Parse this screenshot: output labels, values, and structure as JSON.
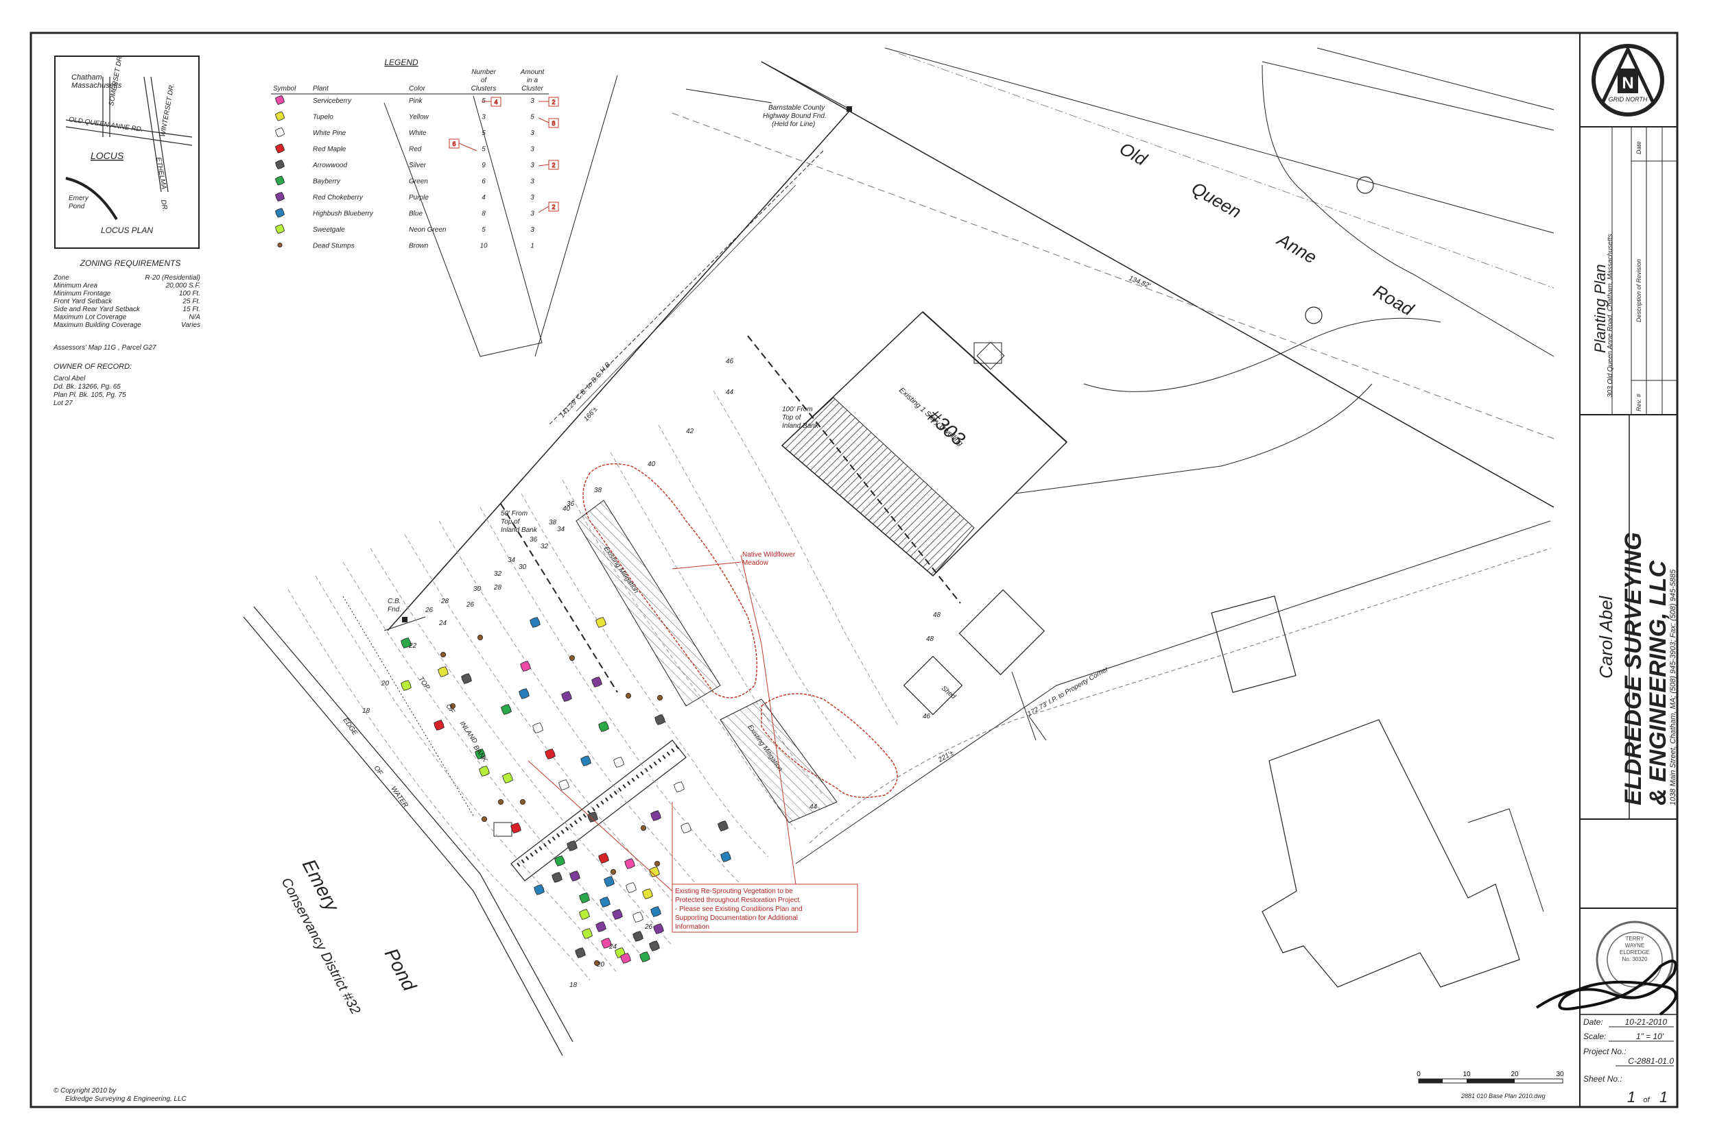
{
  "locus_plan": {
    "town": "Chatham,",
    "state": "Massachusetts",
    "roads": [
      "OLD QUEEN ANNE RD.",
      "SOMERSET DR.",
      "WINTERSET DR.",
      "ETHELMA",
      "DR."
    ],
    "locus_label": "LOCUS",
    "pond_label_1": "Emery",
    "pond_label_2": "Pond",
    "caption": "LOCUS PLAN"
  },
  "zoning": {
    "title": "ZONING REQUIREMENTS",
    "rows": [
      {
        "label": "Zone",
        "value": "R-20 (Residential)"
      },
      {
        "label": "Minimum Area",
        "value": "20,000 S.F."
      },
      {
        "label": "Minimum Frontage",
        "value": "100 Ft."
      },
      {
        "label": "Front Yard Setback",
        "value": "25 Ft."
      },
      {
        "label": "Side and Rear Yard Setback",
        "value": "15 Ft."
      },
      {
        "label": "Maximum Lot Coverage",
        "value": "N/A"
      },
      {
        "label": "Maximum Building Coverage",
        "value": "Varies"
      }
    ],
    "assessor": "Assessors' Map 11G , Parcel G27"
  },
  "owner": {
    "title": "OWNER OF RECORD:",
    "lines": [
      "Carol Abel",
      "Dd. Bk. 13266, Pg. 65",
      "Plan Pl. Bk. 105, Pg. 75",
      "Lot 27"
    ]
  },
  "legend": {
    "title": "LEGEND",
    "headers": {
      "symbol": "Symbol",
      "plant": "Plant",
      "color": "Color",
      "clusters": [
        "Number",
        "of",
        "Clusters"
      ],
      "amount": [
        "Amount",
        "in a",
        "Cluster"
      ]
    },
    "rows": [
      {
        "plant": "Serviceberry",
        "color": "Pink",
        "clusters": "5",
        "amount": "3",
        "swatch": "#e94ba6"
      },
      {
        "plant": "Tupelo",
        "color": "Yellow",
        "clusters": "3",
        "amount": "5",
        "swatch": "#e5e23a"
      },
      {
        "plant": "White Pine",
        "color": "White",
        "clusters": "5",
        "amount": "3",
        "swatch": "#ffffff"
      },
      {
        "plant": "Red Maple",
        "color": "Red",
        "clusters": "5",
        "amount": "3",
        "swatch": "#d8222a"
      },
      {
        "plant": "Arrowwood",
        "color": "Silver",
        "clusters": "9",
        "amount": "3",
        "swatch": "#555555"
      },
      {
        "plant": "Bayberry",
        "color": "Green",
        "clusters": "6",
        "amount": "3",
        "swatch": "#2aa84a"
      },
      {
        "plant": "Red Chokeberry",
        "color": "Purple",
        "clusters": "4",
        "amount": "3",
        "swatch": "#7d3c98"
      },
      {
        "plant": "Highbush Blueberry",
        "color": "Blue",
        "clusters": "8",
        "amount": "3",
        "swatch": "#2980b9"
      },
      {
        "plant": "Sweetgale",
        "color": "Neon Green",
        "clusters": "5",
        "amount": "3",
        "swatch": "#b6f03a"
      },
      {
        "plant": "Dead Stumps",
        "color": "Brown",
        "clusters": "10",
        "amount": "1",
        "swatch": "#8b5a2b"
      }
    ],
    "revisions": [
      "4",
      "2",
      "8",
      "6",
      "2",
      "2"
    ]
  },
  "plan": {
    "road_name": [
      "Old",
      "Queen",
      "Anne",
      "Road"
    ],
    "pond_name": [
      "Emery",
      "Pond"
    ],
    "district": "Conservancy District #32",
    "edge_of_water": [
      "EDGE",
      "OF",
      "WATER"
    ],
    "top_bank": [
      "TOP",
      "OF",
      "INLAND",
      "BANK"
    ],
    "barnstable_note": [
      "Barnstable County",
      "Highway Bound Fnd.",
      "(Held for Line)"
    ],
    "cb_fnd": [
      "C.B.",
      "Fnd."
    ],
    "dwelling_no": "#303",
    "dwelling_label": [
      "Existing 1 Story Dwelling"
    ],
    "shed": "Shed",
    "note_100": [
      "100' From",
      "Top of",
      "Inland Bank"
    ],
    "note_50": [
      "50' From",
      "Top of",
      "Inland Bank"
    ],
    "wildflower": [
      "Native Wildflower",
      "Meadow"
    ],
    "existing_mitigation": "Existing Mitigation",
    "sprouting_note": [
      "Existing Re-Sprouting Vegetation to be",
      "Protected throughout Restoration Project",
      "- Please see Existing Conditions Plan and",
      "Supporting Documentation for Additional",
      "Information"
    ],
    "dim_cb": "141.29' C.B. to B.C.H.B.",
    "dim_166": "166'±",
    "dim_134": "134.82'",
    "dim_172": "172.73' I.P. to Property Corner",
    "dim_221": "221'±",
    "contours": [
      "18",
      "20",
      "22",
      "24",
      "26",
      "28",
      "30",
      "32",
      "34",
      "36",
      "38",
      "40",
      "42",
      "44",
      "46",
      "48",
      "26",
      "28",
      "30",
      "32",
      "34",
      "36",
      "38",
      "40",
      "44",
      "46",
      "48",
      "18",
      "20",
      "24",
      "26"
    ],
    "copyright": [
      "© Copyright 2010 by",
      "Eldredge Surveying & Engineering, LLC"
    ],
    "scale_ticks": [
      "0",
      "10",
      "20",
      "30"
    ],
    "drawing_file": "2881 010 Base Plan 2010.dwg"
  },
  "title_block": {
    "north": "N",
    "grid_north": "GRID NORTH",
    "plan_title": "Planting Plan",
    "address": "303 Old Queen Anne Road, Chatham, Massachusetts",
    "rev_headers": [
      "Rev. #",
      "Description of Revision",
      "Date"
    ],
    "firm_1": "ELDREDGE SURVEYING",
    "firm_2": "& ENGINEERING, LLC",
    "firm_address": "1038 Main Street, Chatham, MA; (508) 945-3903; Fax: (508) 945-5885",
    "client": "Carol Abel",
    "seal": [
      "TERRY",
      "WAYNE",
      "ELDREDGE",
      "No. 30320"
    ],
    "date_label": "Date:",
    "date": "10-21-2010",
    "scale_label": "Scale:",
    "scale": "1\" = 10'",
    "project_label": "Project No.:",
    "project": "C-2881-01.0",
    "sheet_label": "Sheet No.:",
    "sheet": "1",
    "sheet_of": "of",
    "sheet_total": "1"
  },
  "colors": {
    "line": "#222222",
    "red": "#c0392b",
    "gray": "#888888"
  }
}
